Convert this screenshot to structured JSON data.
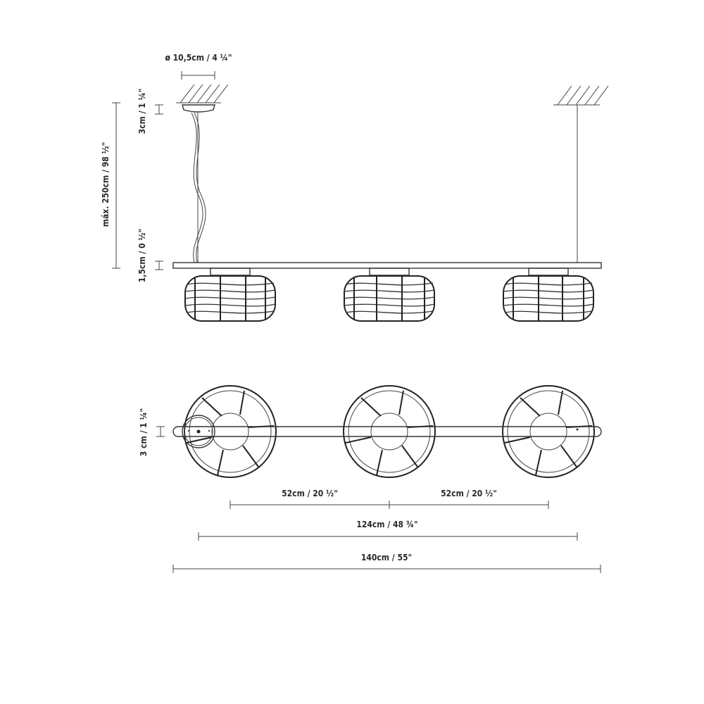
{
  "dimensions": {
    "canopy_diameter": "ø 10,5cm / 4 ¼\"",
    "canopy_height": "3cm / 1 ¼\"",
    "max_cable_length": "máx. 250cm / 98 ½\"",
    "bar_thickness": "1,5cm / 0 ½\"",
    "bar_width_top": "3 cm / 1 ¼\"",
    "spacing_left": "52cm / 20 ½\"",
    "spacing_right": "52cm / 20 ½\"",
    "length_inner": "124cm / 48 ¾\"",
    "length_total": "140cm / 55\""
  }
}
